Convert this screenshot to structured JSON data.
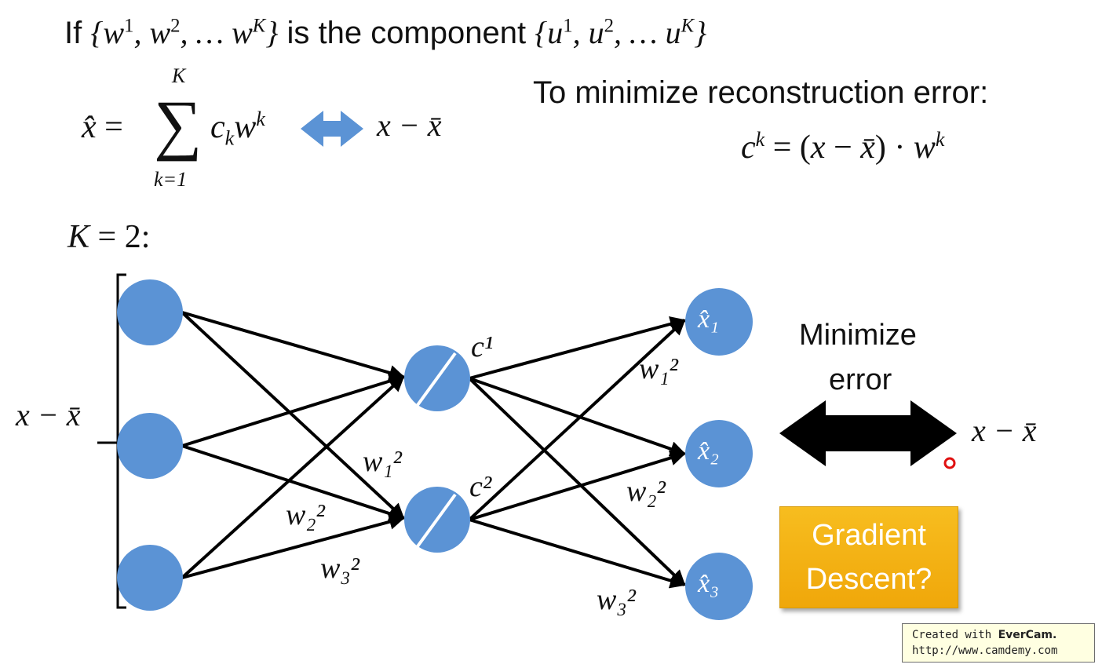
{
  "header": {
    "if_word": "If",
    "w_set": "{w¹, w², … wᴷ}",
    "middle": "is the component",
    "u_set": "{u¹, u², … uᴷ}"
  },
  "formula_left": {
    "lhs": "x̂ =",
    "sum_upper": "K",
    "sum_lower": "k=1",
    "term": "cₖwᵏ",
    "rhs": "x − x̄"
  },
  "formula_right": {
    "heading": "To minimize reconstruction error:",
    "equation": "cᵏ = (x − x̄) · wᵏ"
  },
  "k_label": "K = 2:",
  "network": {
    "input_label": "x − x̄",
    "hidden_labels": [
      "c¹",
      "c²"
    ],
    "output_labels": [
      "x̂₁",
      "x̂₂",
      "x̂₃"
    ],
    "left_weight_labels": [
      "w₁²",
      "w₂²",
      "w₃²"
    ],
    "right_weight_labels": [
      "w₁²",
      "w₂²",
      "w₃²"
    ],
    "node_color": "#5b93d5",
    "edge_color": "#000000"
  },
  "minimize": {
    "label_line1": "Minimize",
    "label_line2": "error",
    "target": "x − x̄"
  },
  "gradient_box": {
    "line1": "Gradient",
    "line2": "Descent?",
    "color": "#f3b014"
  },
  "watermark": {
    "prefix": "Created with",
    "brand": "EverCam.",
    "url": "http://www.camdemy.com"
  }
}
